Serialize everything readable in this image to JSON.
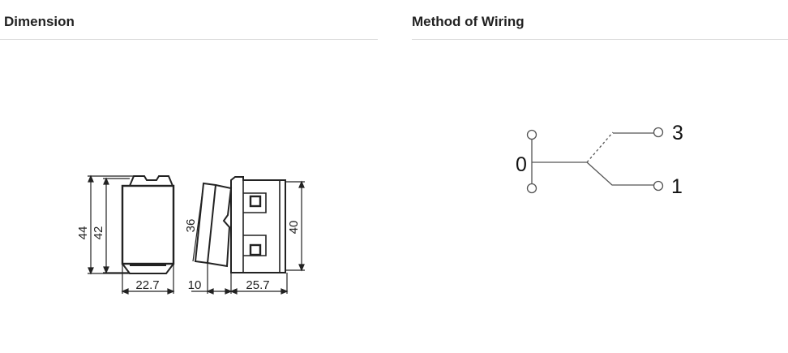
{
  "dimension": {
    "title": "Dimension",
    "labels": {
      "height_total": "44",
      "height_plate": "42",
      "width": "22.7",
      "rocker": "36",
      "offset": "10",
      "depth": "25.7",
      "body_height": "40"
    }
  },
  "wiring": {
    "title": "Method of Wiring",
    "labels": {
      "common": "0",
      "terminal_top": "3",
      "terminal_bottom": "1"
    }
  }
}
